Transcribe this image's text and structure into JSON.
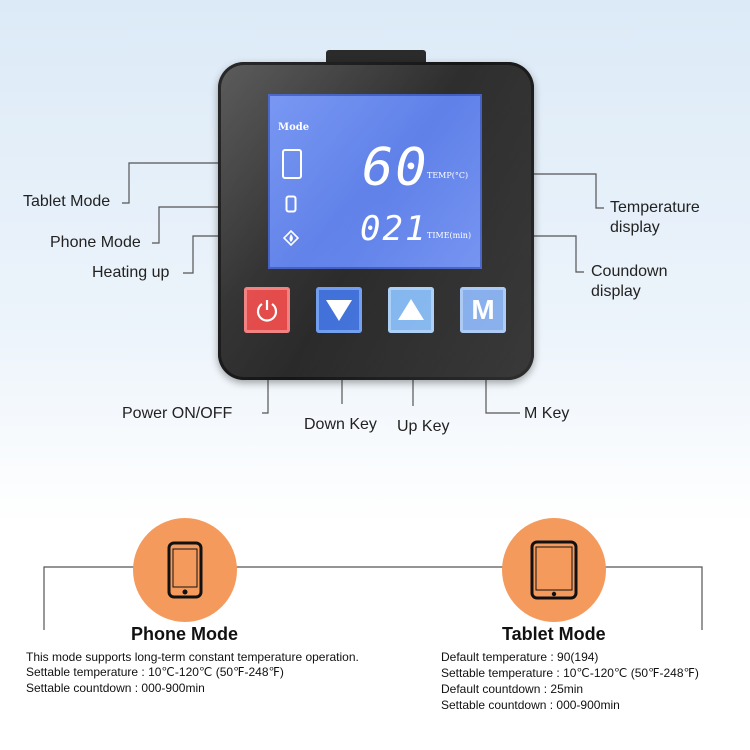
{
  "device": {
    "lcd": {
      "mode_label": "Mode",
      "temperature_value": "60",
      "temperature_unit": "TEMP(°C)",
      "countdown_value": "021",
      "countdown_unit": "TIME(min)"
    },
    "keys": {
      "m_label": "M"
    }
  },
  "callouts": {
    "tablet_mode": "Tablet Mode",
    "phone_mode": "Phone Mode",
    "heating_up": "Heating up",
    "temperature_display_line1": "Temperature",
    "temperature_display_line2": "display",
    "countdown_display_line1": "Coundown",
    "countdown_display_line2": "display",
    "power": "Power ON/OFF",
    "down_key": "Down Key",
    "up_key": "Up Key",
    "m_key": "M Key"
  },
  "phone_mode": {
    "title": "Phone Mode",
    "lines": [
      "This mode supports long-term constant temperature operation.",
      "Settable temperature : 10℃-120℃ (50℉-248℉)",
      "Settable countdown : 000-900min"
    ]
  },
  "tablet_mode": {
    "title": "Tablet Mode",
    "lines": [
      "Default temperature : 90(194)",
      "Settable temperature : 10℃-120℃ (50℉-248℉)",
      "Default countdown : 25min",
      "Settable countdown : 000-900min"
    ]
  },
  "colors": {
    "lcd_blue": "#6e8ff2",
    "power_red": "#e34545",
    "down_blue": "#3d6ed8",
    "up_light_blue": "#7fb4ee",
    "accent_orange": "#f59a5d"
  },
  "icons": [
    "tablet-icon",
    "phone-icon",
    "heating-icon",
    "power-icon",
    "down-arrow-icon",
    "up-arrow-icon"
  ]
}
